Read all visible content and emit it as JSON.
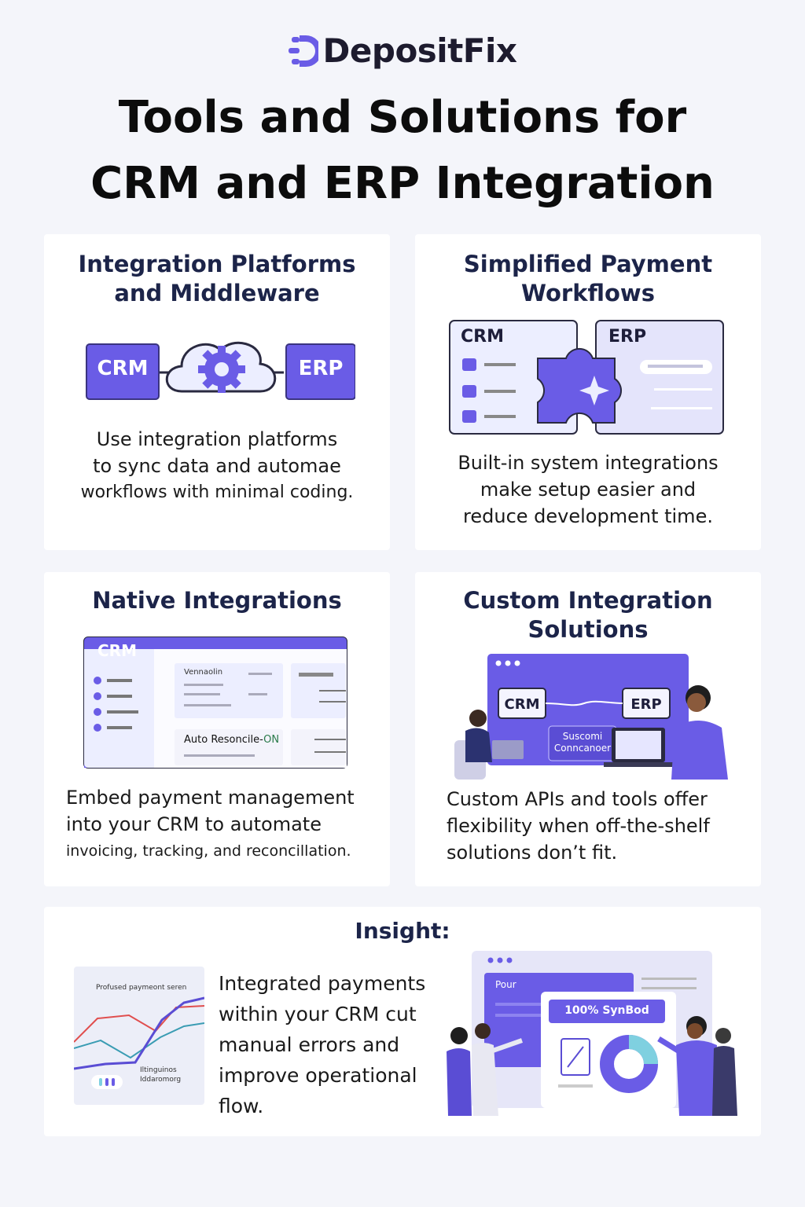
{
  "brand": {
    "name": "DepositFix",
    "accent": "#6a5ce6"
  },
  "title": {
    "line1": "Tools and Solutions for",
    "line2": "CRM and ERP Integration"
  },
  "cards": {
    "platforms": {
      "title_line1": "Integration Platforms",
      "title_line2": "and Middleware",
      "crm": "CRM",
      "erp": "ERP",
      "text_line1": "Use integration platforms",
      "text_line2": "to sync data and automae",
      "text_line3": "workflows with minimal coding."
    },
    "payment": {
      "title_line1": "Simplified Payment",
      "title_line2": "Workflows",
      "crm": "CRM",
      "erp": "ERP",
      "text_line1": "Built-in system integrations",
      "text_line2": "make setup easier and",
      "text_line3": "reduce development time."
    },
    "native": {
      "title": "Native Integrations",
      "crm": "CRM",
      "panel_label": "Vennaolin",
      "toggle_label": "Auto Resoncile-",
      "toggle_state": "ON",
      "text_line1": "Embed payment management",
      "text_line2": "into your CRM to automate",
      "text_line3": "invoicing, tracking, and reconcillation."
    },
    "custom": {
      "title_line1": "Custom Integration",
      "title_line2": "Solutions",
      "crm": "CRM",
      "erp": "ERP",
      "status_line1": "Suscomi",
      "status_line2": "Conncanoer",
      "text_line1": "Custom APIs and tools offer",
      "text_line2": "flexibility when off-the-shelf",
      "text_line3": "solutions don’t fit."
    }
  },
  "insight": {
    "heading": "Insight:",
    "chart_title": "Profused paymeont seren",
    "chart_label_line1": "Iltinguinos",
    "chart_label_line2": "Iddaromorg",
    "text_line1": "Integrated payments",
    "text_line2": "within your CRM cut",
    "text_line3": "manual errors and",
    "text_line4": "improve operational",
    "text_line5": "flow.",
    "dash_label": "Pour",
    "sync_badge": "100% SynBod"
  },
  "icons": [
    "gear-icon",
    "cloud-icon",
    "sparkle-icon",
    "pencil-icon",
    "donut-chart-icon",
    "laptop-icon"
  ]
}
